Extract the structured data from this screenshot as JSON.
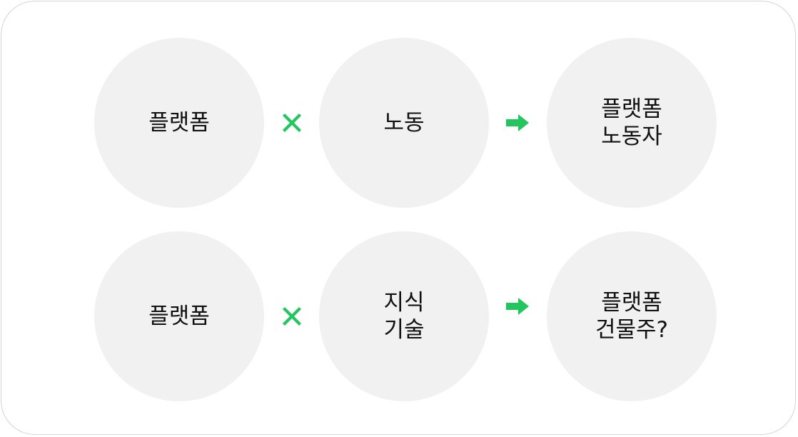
{
  "rows": [
    {
      "left": "플랫폼",
      "middle": "노동",
      "result": "플랫폼\n노동자"
    },
    {
      "left": "플랫폼",
      "middle": "지식\n기술",
      "result": "플랫폼\n건물주?"
    }
  ],
  "operators": {
    "multiply_icon": "multiply-icon",
    "arrow_icon": "arrow-right-icon",
    "accent_color": "#22c55e"
  }
}
